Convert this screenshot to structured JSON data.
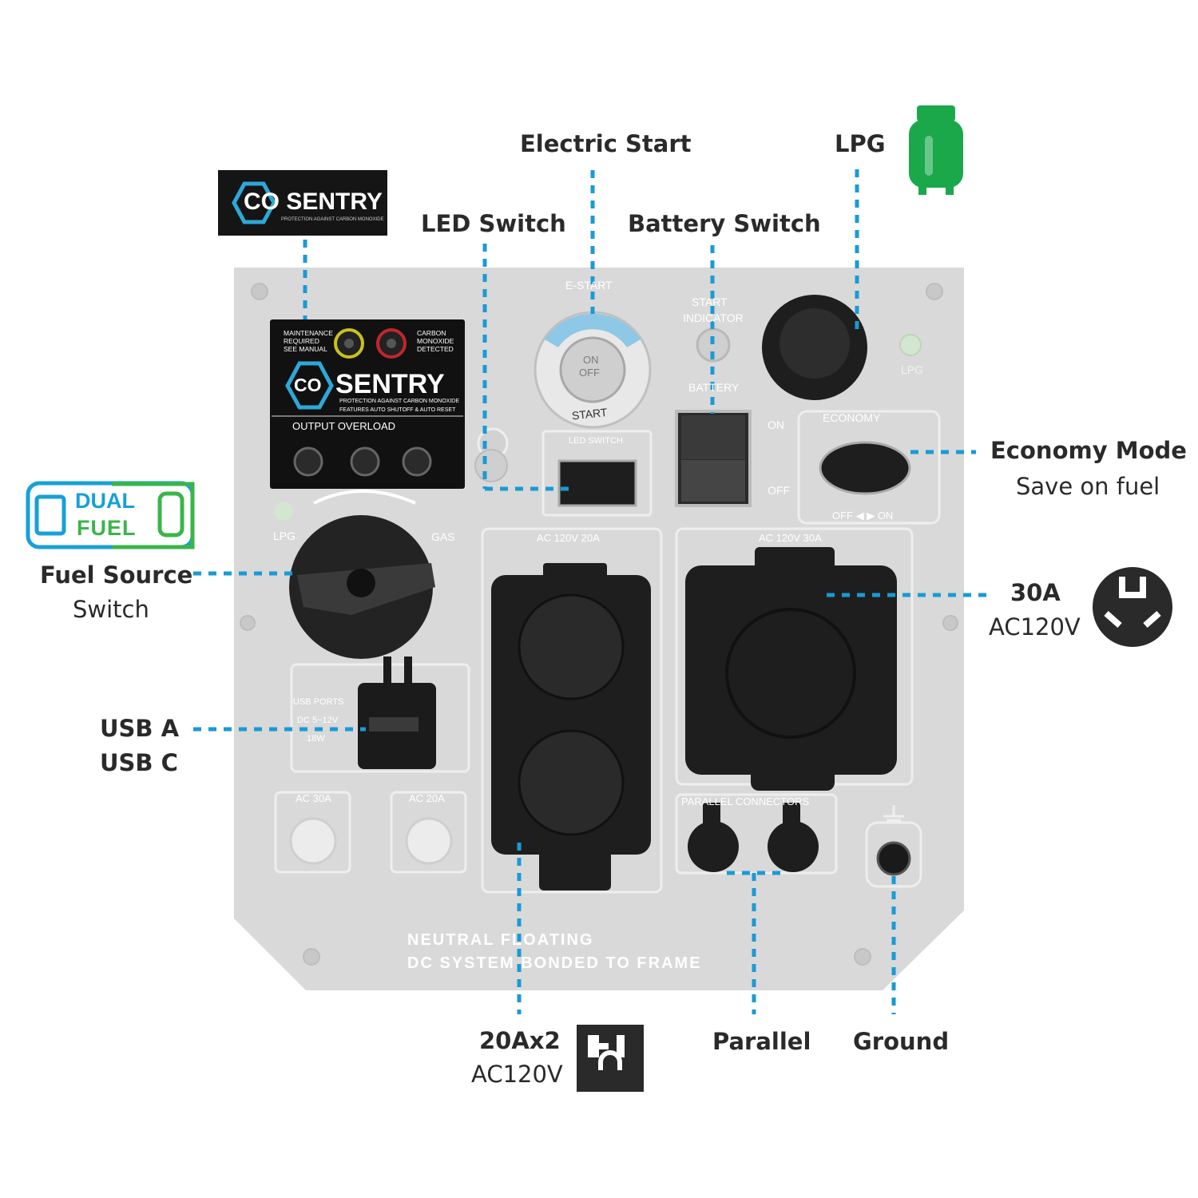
{
  "callouts": {
    "electric_start": "Electric Start",
    "lpg": "LPG",
    "led_switch": "LED Switch",
    "battery_switch": "Battery Switch",
    "economy_mode": "Economy Mode",
    "economy_mode_sub": "Save on fuel",
    "fuel_source": "Fuel Source",
    "fuel_source_sub": "Switch",
    "thirty_amp": "30A",
    "thirty_amp_sub": "AC120V",
    "usb_a": "USB A",
    "usb_c": "USB C",
    "twenty_amp": "20Ax2",
    "twenty_amp_sub": "AC120V",
    "parallel": "Parallel",
    "ground": "Ground"
  },
  "badges": {
    "co_sentry_logo": "CO SENTRY",
    "co_sentry_tagline": "PROTECTION AGAINST CARBON MONOXIDE",
    "dual": "DUAL",
    "fuel": "FUEL"
  },
  "panel": {
    "maintenance": [
      "MAINTENANCE",
      "REQUIRED",
      "SEE MANUAL"
    ],
    "carbon": [
      "CARBON",
      "MONOXIDE",
      "DETECTED"
    ],
    "co_sentry_features": "FEATURES AUTO SHUTOFF & AUTO RESET",
    "output_overload": "OUTPUT  OVERLOAD",
    "e_start": "E-START",
    "on": "ON",
    "off": "OFF",
    "start": "START",
    "start_indicator_1": "START",
    "start_indicator_2": "INDICATOR",
    "battery": "BATTERY",
    "battery_on": "ON",
    "battery_off": "OFF",
    "lpg_indicator": "LPG",
    "economy": "ECONOMY",
    "economy_off_on": "OFF ◀ ▶ ON",
    "led_switch": "LED SWITCH",
    "lpg_left": "LPG",
    "gas": "GAS",
    "usb_ports_1": "USB PORTS",
    "usb_ports_2": "DC 5~12V",
    "usb_ports_3": "18W",
    "ac20a_panel": "AC 120V 20A",
    "ac30a_panel": "AC 120V 30A",
    "breaker_30a": "AC 30A",
    "breaker_20a": "AC 20A",
    "parallel_connectors": "PARALLEL CONNECTORS",
    "neutral_1": "NEUTRAL FLOATING",
    "neutral_2": "DC SYSTEM BONDED TO FRAME"
  },
  "colors": {
    "panel": "#d6d6d6",
    "dashed_line": "#1a9ad6",
    "lpg_green": "#1aa84a",
    "dual_blue": "#18a0d8",
    "fuel_green": "#3ab54a",
    "dark": "#2a2a2a"
  }
}
